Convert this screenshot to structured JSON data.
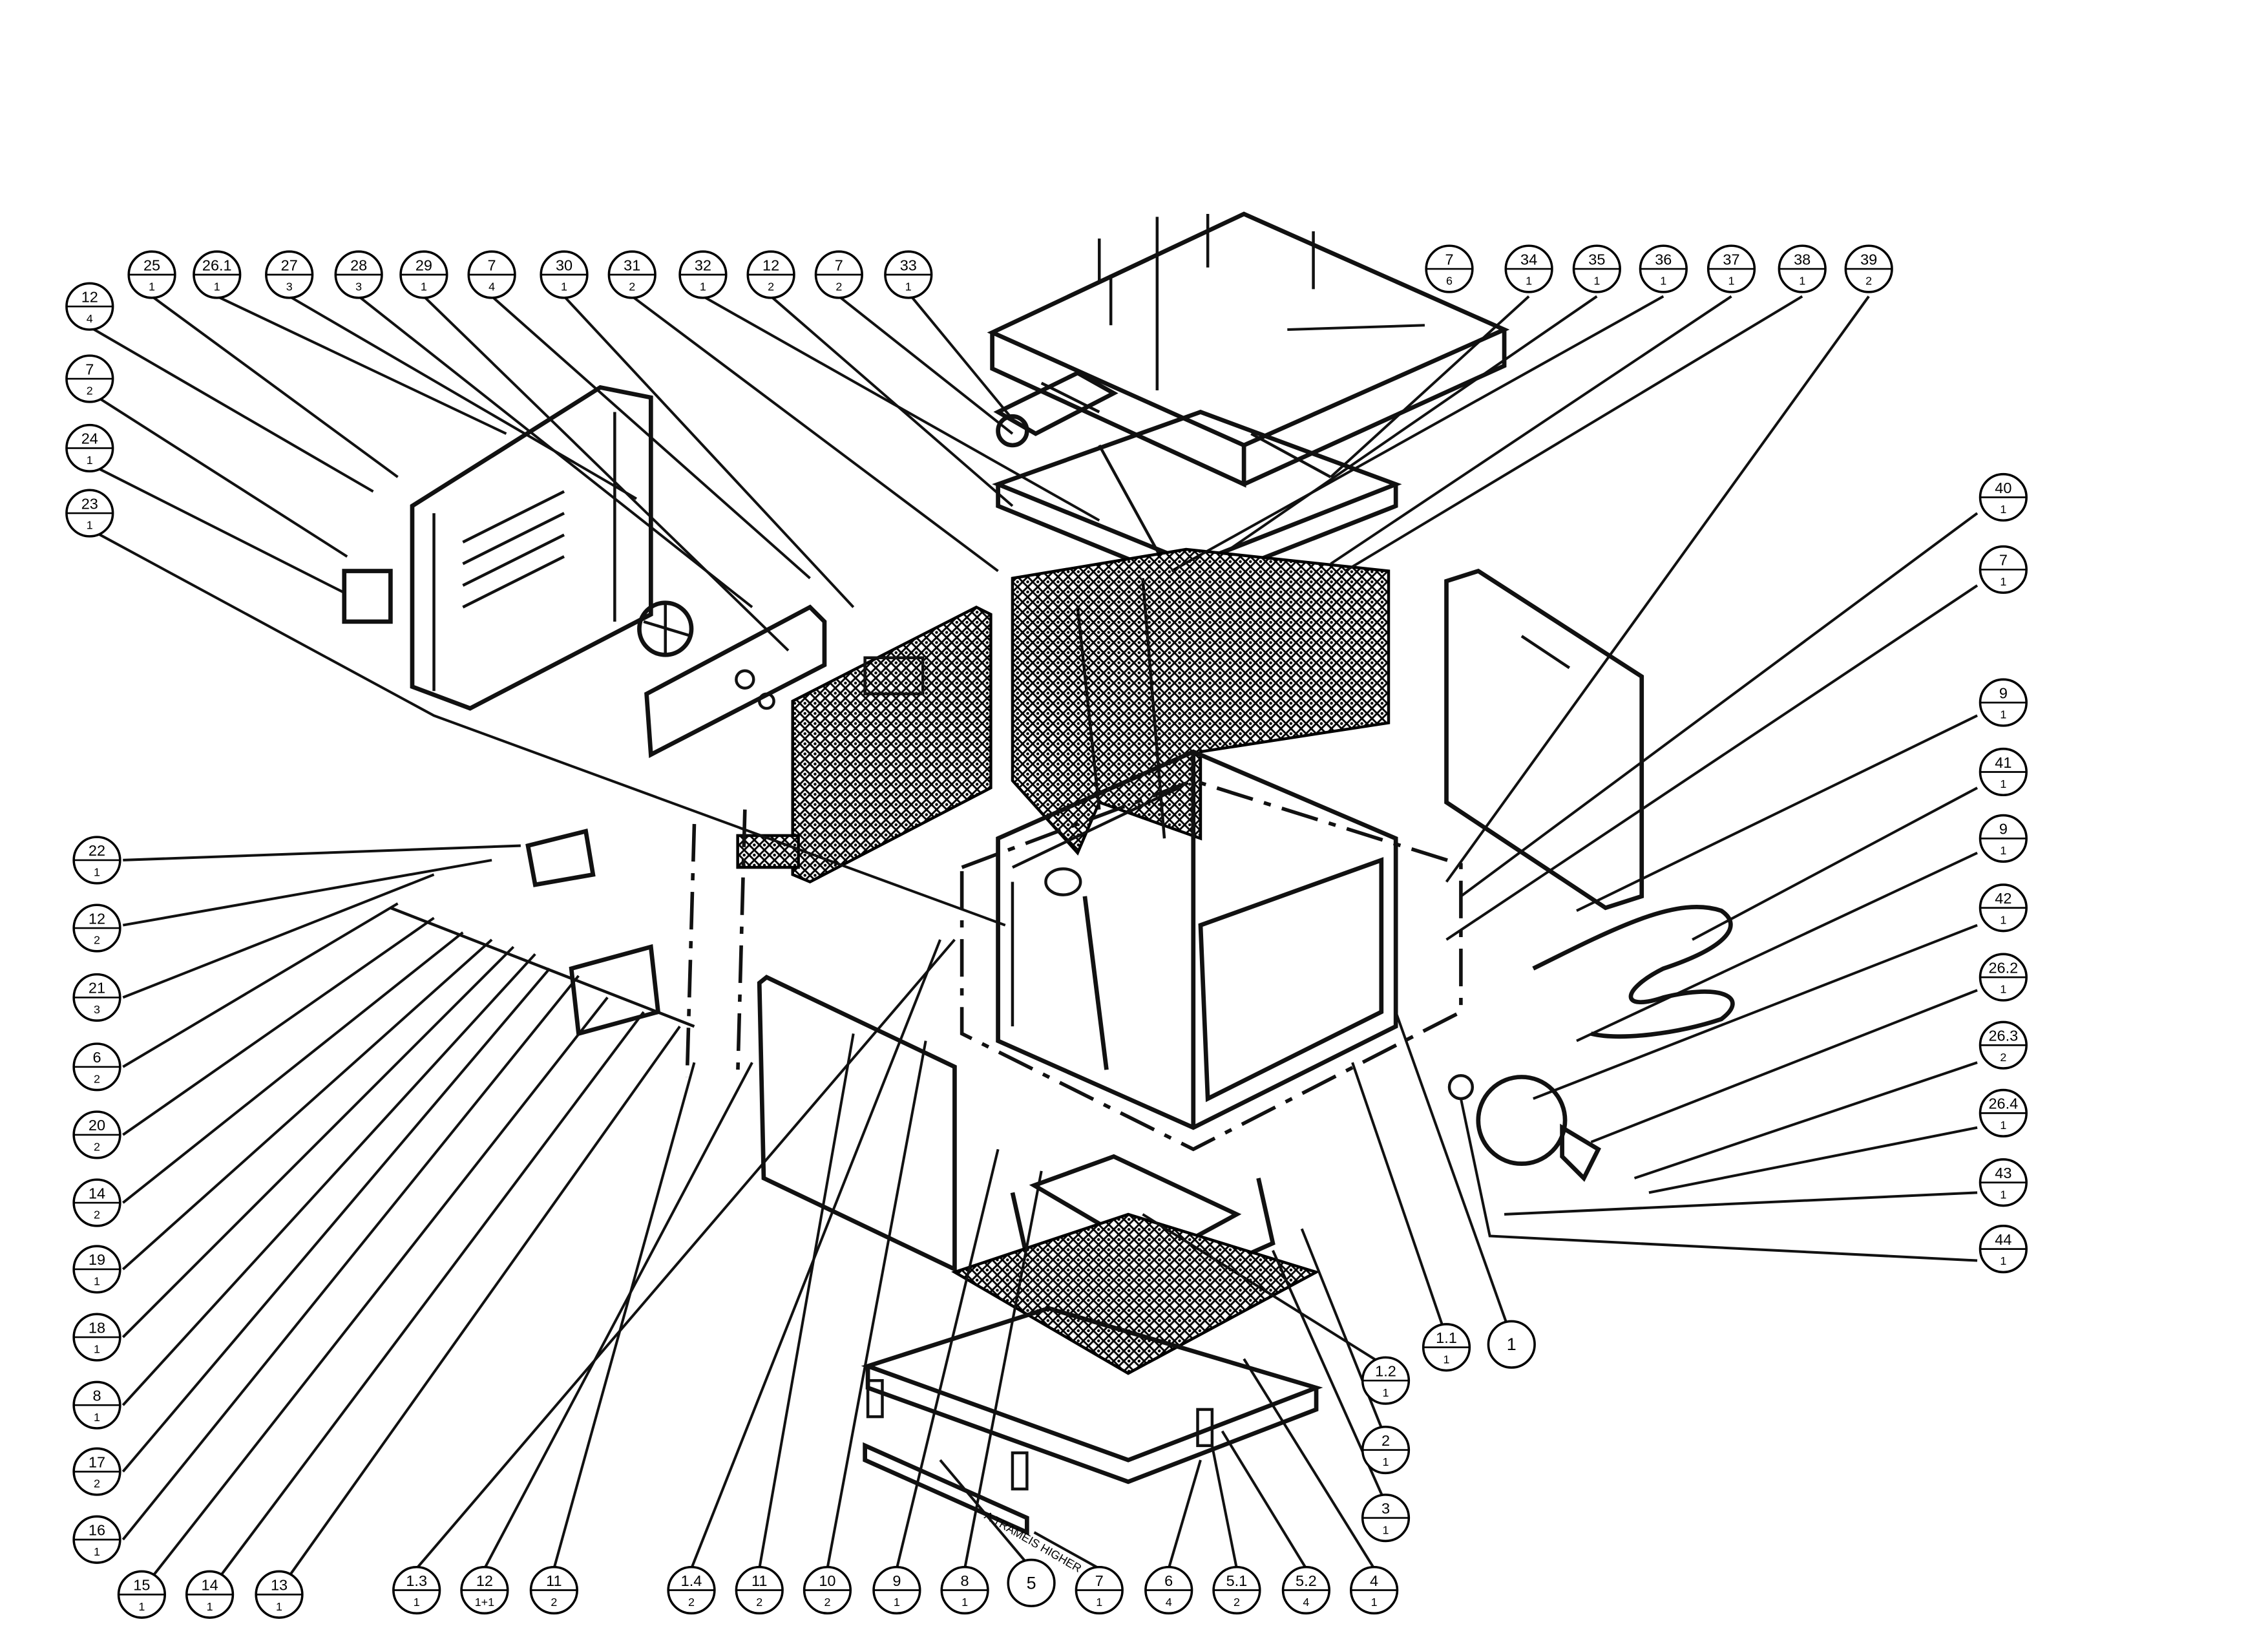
{
  "callouts": [
    {
      "part": "12",
      "qty": "4"
    },
    {
      "part": "7",
      "qty": "2"
    },
    {
      "part": "24",
      "qty": "1"
    },
    {
      "part": "23",
      "qty": "1"
    },
    {
      "part": "25",
      "qty": "1"
    },
    {
      "part": "26.1",
      "qty": "1"
    },
    {
      "part": "27",
      "qty": "3"
    },
    {
      "part": "28",
      "qty": "3"
    },
    {
      "part": "29",
      "qty": "1"
    },
    {
      "part": "7",
      "qty": "4"
    },
    {
      "part": "30",
      "qty": "1"
    },
    {
      "part": "31",
      "qty": "2"
    },
    {
      "part": "32",
      "qty": "1"
    },
    {
      "part": "12",
      "qty": "2"
    },
    {
      "part": "7",
      "qty": "2"
    },
    {
      "part": "33",
      "qty": "1"
    },
    {
      "part": "7",
      "qty": "6"
    },
    {
      "part": "34",
      "qty": "1"
    },
    {
      "part": "35",
      "qty": "1"
    },
    {
      "part": "36",
      "qty": "1"
    },
    {
      "part": "37",
      "qty": "1"
    },
    {
      "part": "38",
      "qty": "1"
    },
    {
      "part": "39",
      "qty": "2"
    },
    {
      "part": "40",
      "qty": "1"
    },
    {
      "part": "7",
      "qty": "1"
    },
    {
      "part": "9",
      "qty": "1"
    },
    {
      "part": "41",
      "qty": "1"
    },
    {
      "part": "9",
      "qty": "1"
    },
    {
      "part": "42",
      "qty": "1"
    },
    {
      "part": "26.2",
      "qty": "1"
    },
    {
      "part": "26.3",
      "qty": "2"
    },
    {
      "part": "26.4",
      "qty": "1"
    },
    {
      "part": "43",
      "qty": "1"
    },
    {
      "part": "44",
      "qty": "1"
    },
    {
      "part": "22",
      "qty": "1"
    },
    {
      "part": "12",
      "qty": "2"
    },
    {
      "part": "21",
      "qty": "3"
    },
    {
      "part": "6",
      "qty": "2"
    },
    {
      "part": "20",
      "qty": "2"
    },
    {
      "part": "14",
      "qty": "2"
    },
    {
      "part": "19",
      "qty": "1"
    },
    {
      "part": "18",
      "qty": "1"
    },
    {
      "part": "8",
      "qty": "1"
    },
    {
      "part": "17",
      "qty": "2"
    },
    {
      "part": "16",
      "qty": "1"
    },
    {
      "part": "15",
      "qty": "1"
    },
    {
      "part": "14",
      "qty": "1"
    },
    {
      "part": "13",
      "qty": "1"
    },
    {
      "part": "1.3",
      "qty": "1"
    },
    {
      "part": "12",
      "qty": "1+1"
    },
    {
      "part": "11",
      "qty": "2"
    },
    {
      "part": "1.4",
      "qty": "2"
    },
    {
      "part": "11",
      "qty": "2"
    },
    {
      "part": "10",
      "qty": "2"
    },
    {
      "part": "9",
      "qty": "1"
    },
    {
      "part": "8",
      "qty": "1"
    },
    {
      "part": "5",
      "qty": ""
    },
    {
      "part": "7",
      "qty": "1"
    },
    {
      "part": "6",
      "qty": "4"
    },
    {
      "part": "5.1",
      "qty": "2"
    },
    {
      "part": "5.2",
      "qty": "4"
    },
    {
      "part": "4",
      "qty": "1"
    },
    {
      "part": "3",
      "qty": "1"
    },
    {
      "part": "2",
      "qty": "1"
    },
    {
      "part": "1.2",
      "qty": "1"
    },
    {
      "part": "1.1",
      "qty": "1"
    },
    {
      "part": "1",
      "qty": ""
    }
  ],
  "stamp_text": "A TRAMEIS HIGHER"
}
